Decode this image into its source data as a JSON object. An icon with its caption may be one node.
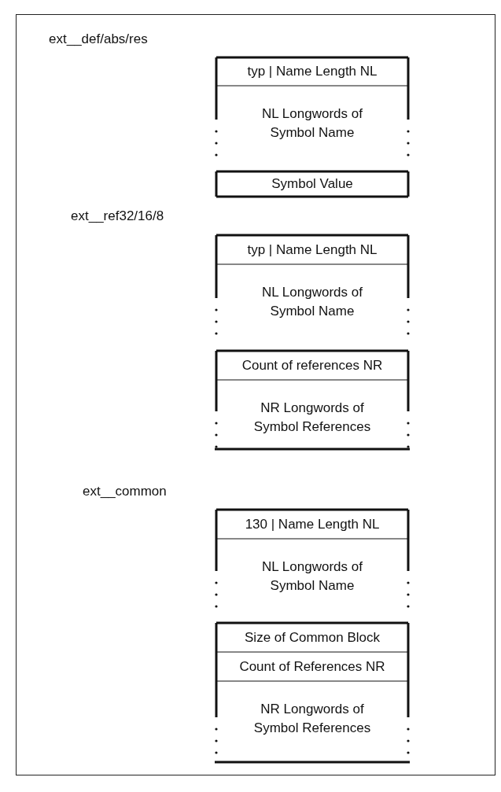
{
  "diagram": {
    "nodes": [
      {
        "text": [
          "typ | Name Length NL"
        ]
      },
      {
        "text": [
          "NL Longwords of Symbol Name"
        ]
      },
      {
        "text": [
          "Symbol Value"
        ]
      },
      {
        "text": [
          "typ | Name Length NL"
        ]
      },
      {
        "text": [
          "NL Longwords of Symbol Name"
        ]
      },
      {
        "text": [
          "Count of references NR"
        ]
      },
      {
        "text": [
          "NR Longwords of Symbol References"
        ]
      },
      {
        "text": [
          "130 | Name Length NL"
        ]
      },
      {
        "text": [
          "NL Longwords of Symbol Name"
        ]
      },
      {
        "text": [
          "Size of Common Block"
        ]
      },
      {
        "text": [
          "Count of References NR"
        ]
      },
      {
        "text": [
          "NR Longwords of Symbol References"
        ]
      }
    ],
    "labels": [
      "ext__def/abs/res",
      "ext__ref32/16/8",
      "ext__common"
    ]
  }
}
